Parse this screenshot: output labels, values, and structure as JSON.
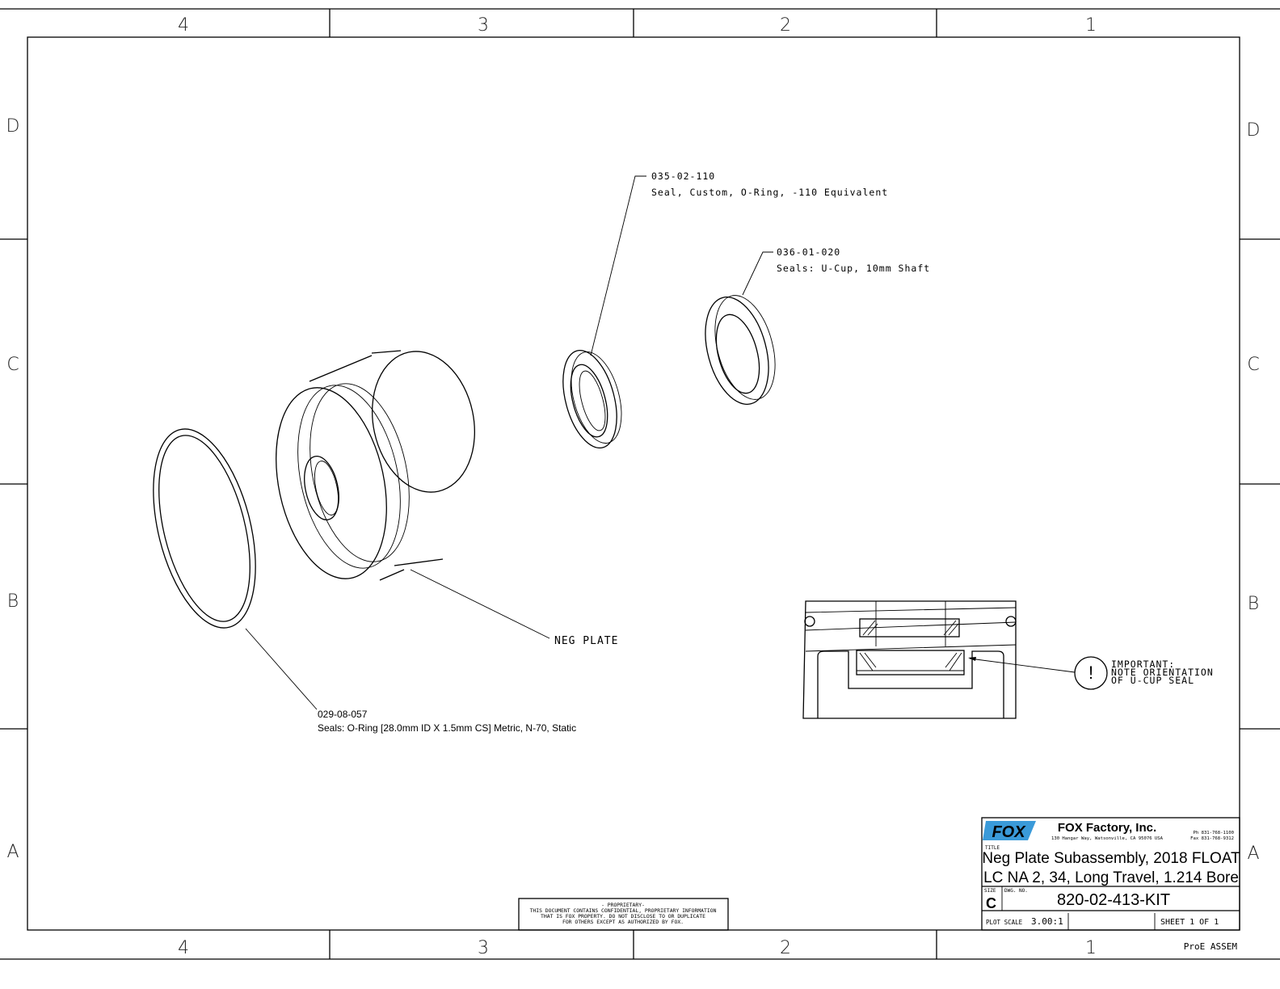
{
  "zones": {
    "columns": [
      "4",
      "3",
      "2",
      "1"
    ],
    "rows": [
      "D",
      "C",
      "B",
      "A"
    ]
  },
  "callouts": {
    "seal_110": {
      "part_no": "035-02-110",
      "desc": "Seal, Custom, O-Ring, -110 Equivalent"
    },
    "ucup": {
      "part_no": "036-01-020",
      "desc": "Seals: U-Cup, 10mm Shaft"
    },
    "neg_plate": {
      "label": "NEG PLATE"
    },
    "oring": {
      "part_no": "029-08-057",
      "desc": "Seals: O-Ring [28.0mm ID X 1.5mm CS] Metric, N-70, Static"
    },
    "important": {
      "line1": "IMPORTANT:",
      "line2": "NOTE ORIENTATION",
      "line3": "OF U-CUP SEAL",
      "symbol": "!"
    }
  },
  "proprietary": {
    "line1": "- PROPRIETARY-",
    "line2": "THIS DOCUMENT CONTAINS CONFIDENTIAL, PROPRIETARY INFORMATION",
    "line3": "THAT IS FOX PROPERTY.  DO NOT DISCLOSE TO OR DUPLICATE",
    "line4": "FOR OTHERS EXCEPT AS AUTHORIZED BY FOX."
  },
  "title_block": {
    "logo_text": "FOX",
    "company": "FOX Factory, Inc.",
    "address": "130 Hangar Way, Watsonville, CA 95076 USA",
    "phone": "Ph 831-768-1100",
    "fax": "Fax 831-768-9312",
    "title_label": "TITLE",
    "title_line1": "Neg Plate Subassembly, 2018 FLOAT",
    "title_line2": "LC NA 2, 34, Long Travel, 1.214 Bore",
    "size_label": "SIZE",
    "size": "C",
    "dwg_label": "DWG. NO.",
    "dwg_no": "820-02-413-KIT",
    "plot_scale_label": "PLOT SCALE",
    "plot_scale": "3.00:1",
    "sheet": "SHEET  1 OF 1",
    "footer": "ProE ASSEM"
  },
  "colors": {
    "logo": "#3a9ad9"
  }
}
